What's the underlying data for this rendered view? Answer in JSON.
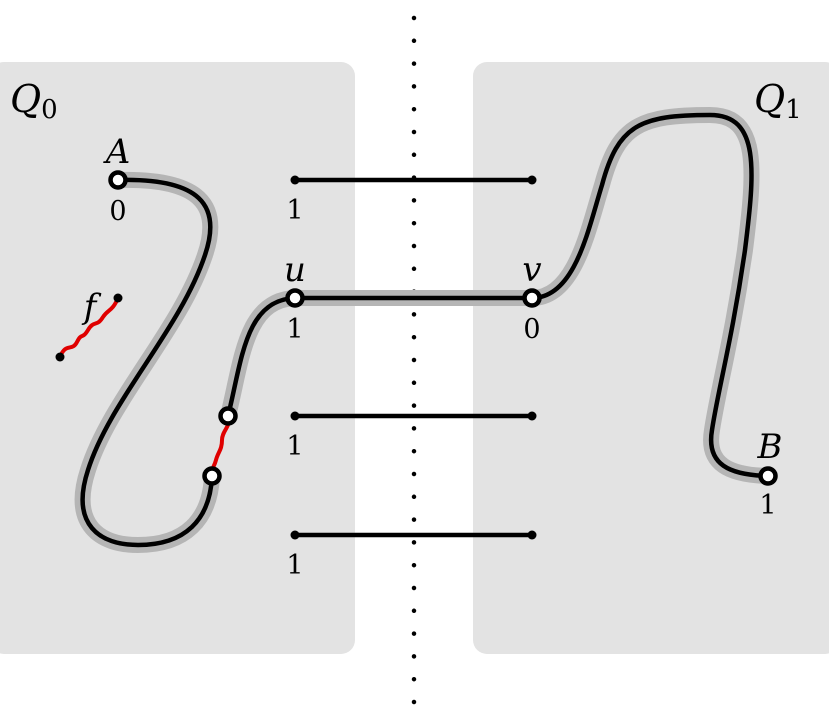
{
  "diagram": {
    "regions": [
      {
        "id": "q0",
        "label": "Q",
        "sub": "0"
      },
      {
        "id": "q1",
        "label": "Q",
        "sub": "1"
      }
    ],
    "vertex_labels": {
      "A": "A",
      "B": "B",
      "u": "u",
      "v": "v",
      "f": "f"
    },
    "values": {
      "A": "0",
      "u": "1",
      "v": "0",
      "B": "1",
      "edge_top": "1",
      "edge_mid": "1",
      "edge_bottom": "1"
    },
    "colors": {
      "region_fill": "#e3e3e3",
      "path_halo": "#b5b5b5",
      "path": "#000000",
      "fault": "#e00000",
      "vertex_fill": "#ffffff"
    }
  }
}
